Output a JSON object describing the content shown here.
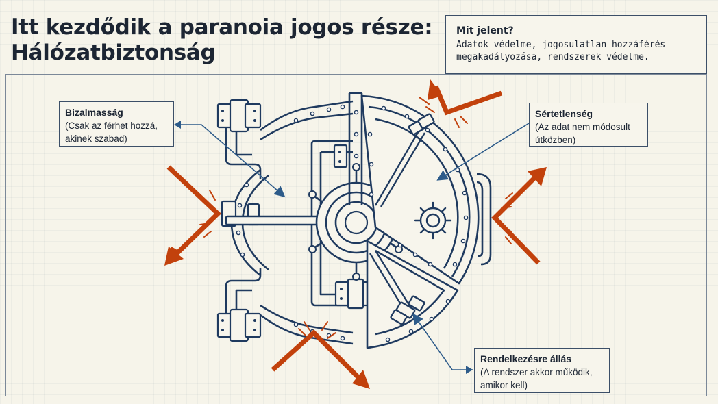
{
  "header": {
    "title_line1": "Itt kezdődik a paranoia jogos része:",
    "title_line2": "Hálózatbiztonság"
  },
  "definition": {
    "heading": "Mit jelent?",
    "line1": "Adatok védelme, jogosulatlan hozzáférés",
    "line2": "megakadályozása, rendszerek védelme."
  },
  "callouts": {
    "confidentiality": {
      "title": "Bizalmasság",
      "line1": "(Csak az férhet hozzá,",
      "line2": "akinek szabad)"
    },
    "integrity": {
      "title": "Sértetlenség",
      "line1": "(Az adat nem módosult",
      "line2": "útközben)"
    },
    "availability": {
      "title": "Rendelkezésre állás",
      "line1": "(A rendszer akkor működik,",
      "line2": "amikor kell)"
    }
  },
  "colors": {
    "ink": "#1f3a5f",
    "accent": "#c2410c",
    "background": "#f6f4ea"
  },
  "icons": {
    "vault": "vault-door-icon",
    "threat": "threat-arrow-icon",
    "gear": "gear-icon"
  }
}
